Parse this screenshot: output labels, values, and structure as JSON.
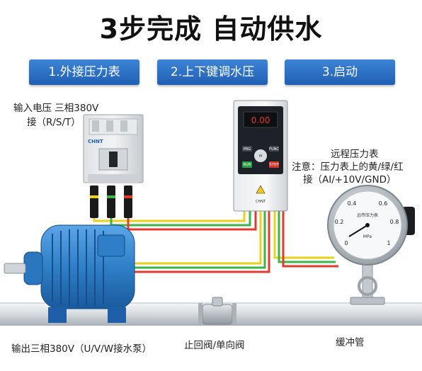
{
  "headline": "3步完成 自动供水",
  "steps": [
    {
      "label": "1.外接压力表"
    },
    {
      "label": "2.上下键调水压"
    },
    {
      "label": "3.启动"
    }
  ],
  "labels": {
    "input_line1": "输入电压 三相380V",
    "input_line2": "接（R/S/T）",
    "gauge_line1": "远程压力表",
    "gauge_line2": "注意：压力表上的黄/绿/红",
    "gauge_line3": "接（AI/+10V/GND）",
    "output": "输出三相380V（U/V/W接水泵）",
    "valve": "止回阀/单向阀",
    "buffer": "缓冲管"
  },
  "breaker": {
    "brand": "CHNT"
  },
  "vfd": {
    "display": "0.00",
    "brand": "CHNT",
    "keys": [
      "PRG",
      "FUNC",
      "M",
      "RUN",
      "STOP"
    ]
  },
  "gauge": {
    "ticks": [
      "0",
      "0.2",
      "0.4",
      "0.6",
      "0.8",
      "1"
    ],
    "face_text": "远传压力表",
    "unit": "MPa"
  },
  "colors": {
    "step_button": "#2a6fc4",
    "wire_yellow": "#e8d21e",
    "wire_green": "#3db34a",
    "wire_red": "#e23a2c",
    "motor": "#2f7fc8",
    "pipe": "#c9ced3"
  }
}
